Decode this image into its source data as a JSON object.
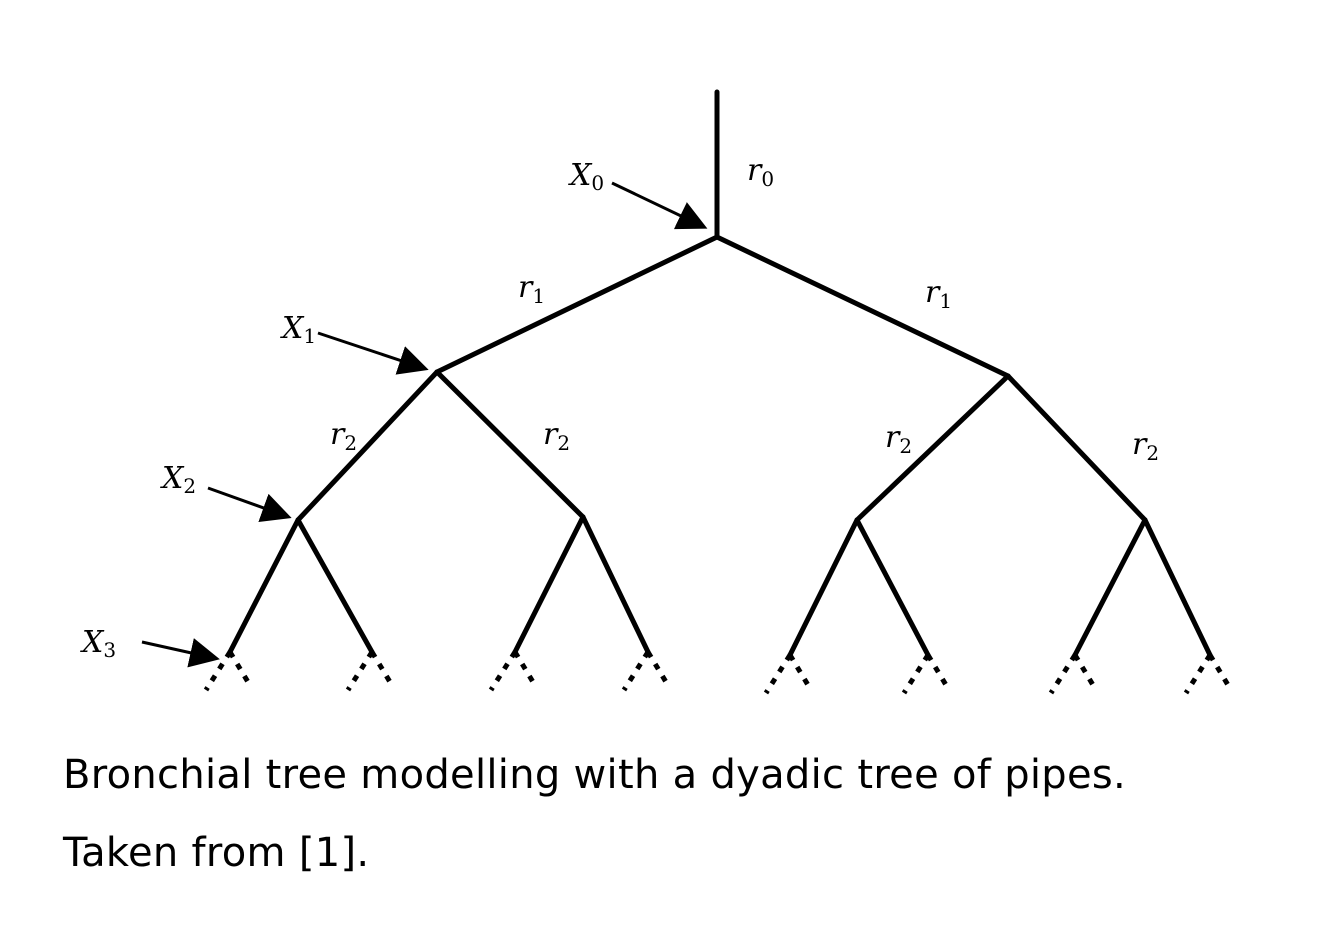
{
  "diagram": {
    "labels": {
      "r0": {
        "base": "r",
        "sub": "0"
      },
      "r1": {
        "base": "r",
        "sub": "1"
      },
      "r2": {
        "base": "r",
        "sub": "2"
      },
      "X0": {
        "base": "X",
        "sub": "0"
      },
      "X1": {
        "base": "X",
        "sub": "1"
      },
      "X2": {
        "base": "X",
        "sub": "2"
      },
      "X3": {
        "base": "X",
        "sub": "3"
      }
    }
  },
  "caption": {
    "line1": "Bronchial tree modelling with a dyadic tree of pipes.",
    "line2": "Taken from [1]."
  }
}
